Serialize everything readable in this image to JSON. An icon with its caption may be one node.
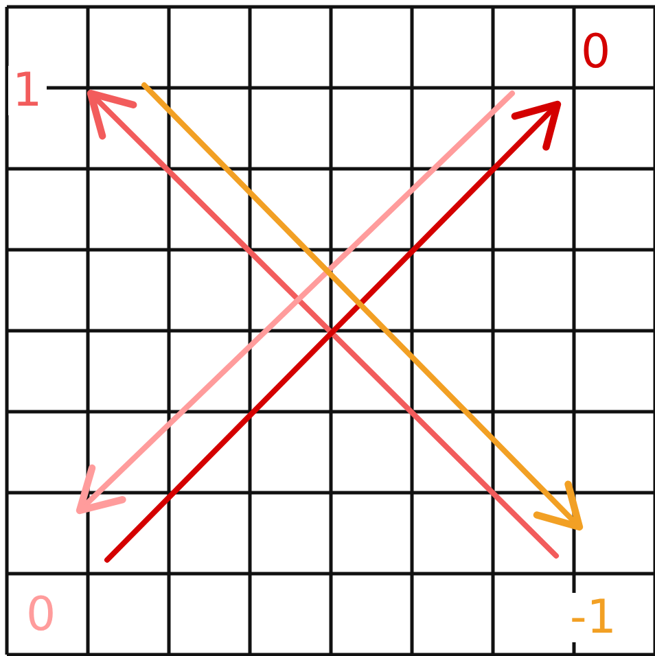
{
  "diagram": {
    "nodes": [
      {
        "text": [
          "1"
        ]
      },
      {
        "text": [
          "0"
        ]
      },
      {
        "text": [
          "0"
        ]
      },
      {
        "text": [
          "-1"
        ]
      }
    ],
    "edges": [
      {
        "from": null,
        "to": 0,
        "arrow": "to",
        "color": "#f25c5c"
      },
      {
        "from": null,
        "to": 1,
        "arrow": "to",
        "color": "#d40000"
      },
      {
        "from": null,
        "to": 2,
        "arrow": "to",
        "color": "#ff9c9c"
      },
      {
        "from": null,
        "to": 3,
        "arrow": "to",
        "color": "#f2a024"
      }
    ]
  }
}
